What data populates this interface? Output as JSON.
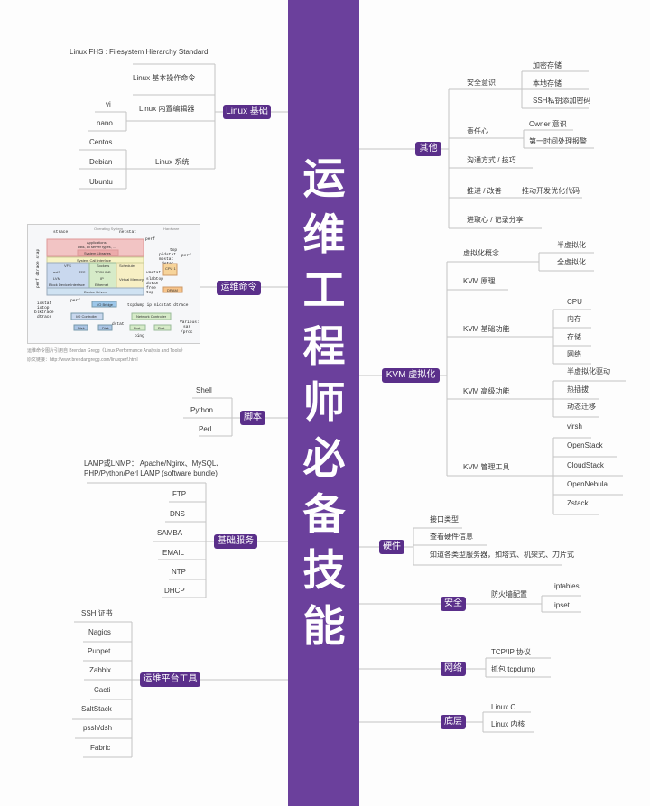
{
  "title": "运维工程师必备技能",
  "linux_basics": {
    "label": "Linux 基础",
    "items": [
      "Linux FHS : Filesystem Hierarchy Standard",
      "Linux 基本操作命令",
      "Linux 内置编辑器",
      "Linux 系统"
    ],
    "editors": [
      "vi",
      "nano"
    ],
    "distros": [
      "Centos",
      "Debian",
      "Ubuntu"
    ]
  },
  "ops_commands": {
    "label": "运维命令",
    "caption": [
      "运维命令图片引用自 Brendan Gregg《Linux Performance Analysis and Tools》",
      "原文链接：http://www.brendangregg.com/linuxperf.html"
    ],
    "diagram": {
      "headers": [
        "Operating System",
        "Hardware"
      ],
      "layers": [
        "Applications",
        "DBs, all server types, ...",
        "System Libraries",
        "System Call Interface",
        "VFS",
        "ext3",
        "ZFS",
        "LVM",
        "Block Device Interface",
        "Sockets",
        "TCP/UDP",
        "IP",
        "Ethernet",
        "Scheduler",
        "Virtual Memory",
        "Device Drivers",
        "I/O Bridge",
        "I/O Controller",
        "Disk",
        "Disk",
        "Network Controller",
        "Port",
        "Port",
        "CPU 1",
        "DRAM"
      ],
      "tools": [
        "strace",
        "netstat",
        "perf",
        "top",
        "pidstat",
        "mpstat",
        "dstat",
        "perf",
        "vmstat",
        "slabtop",
        "dstat",
        "free",
        "top",
        "perf",
        "iostat",
        "iotop",
        "blktrace",
        "dtrace",
        "tcpdump ip nicstat dtrace",
        "dstat",
        "ping",
        "Various:",
        "sar",
        "/proc",
        "perf dtrace stap"
      ]
    }
  },
  "scripting": {
    "label": "脚本",
    "items": [
      "Shell",
      "Python",
      "Perl"
    ]
  },
  "basic_services": {
    "label": "基础服务",
    "lamp": [
      "LAMP或LNMP： Apache/Nginx、MySQL、",
      "PHP/Python/Perl LAMP (software bundle)"
    ],
    "items": [
      "FTP",
      "DNS",
      "SAMBA",
      "EMAIL",
      "NTP",
      "DHCP"
    ]
  },
  "ops_platform_tools": {
    "label": "运维平台工具",
    "items": [
      "SSH 证书",
      "Nagios",
      "Puppet",
      "Zabbix",
      "Cacti",
      "SaltStack",
      "pssh/dsh",
      "Fabric"
    ]
  },
  "others": {
    "label": "其他",
    "security_awareness": "安全意识",
    "security_items": [
      "加密存储",
      "本地存储",
      "SSH私钥添加密码"
    ],
    "responsibility": "责任心",
    "responsibility_items": [
      "Owner 意识",
      "第一时间处理报警"
    ],
    "communication": "沟通方式 / 技巧",
    "improve": "推进 / 改善",
    "improve_item": "推动开发优化代码",
    "progress": "进取心 / 记录分享"
  },
  "kvm": {
    "label": "KVM 虚拟化",
    "concept": "虚拟化概念",
    "concept_items": [
      "半虚拟化",
      "全虚拟化"
    ],
    "principle": "KVM 原理",
    "basic": "KVM 基础功能",
    "basic_items": [
      "CPU",
      "内存",
      "存储",
      "网络"
    ],
    "advanced": "KVM 高级功能",
    "advanced_items": [
      "半虚拟化驱动",
      "热插拔",
      "动态迁移"
    ],
    "management": "KVM 管理工具",
    "management_items": [
      "virsh",
      "OpenStack",
      "CloudStack",
      "OpenNebula",
      "Zstack"
    ]
  },
  "hardware": {
    "label": "硬件",
    "items": [
      "接口类型",
      "查看硬件信息",
      "知道各类型服务器，如塔式、机架式、刀片式"
    ]
  },
  "security": {
    "label": "安全",
    "firewall": "防火墙配置",
    "firewall_items": [
      "iptables",
      "ipset"
    ]
  },
  "network": {
    "label": "网络",
    "items": [
      "TCP/IP 协议",
      "抓包 tcpdump"
    ]
  },
  "low_level": {
    "label": "底层",
    "items": [
      "Linux C",
      "Linux 内核"
    ]
  },
  "colors": {
    "bar": "#6b409c",
    "badge": "#5a2f8a",
    "line": "#c4c4c4"
  }
}
